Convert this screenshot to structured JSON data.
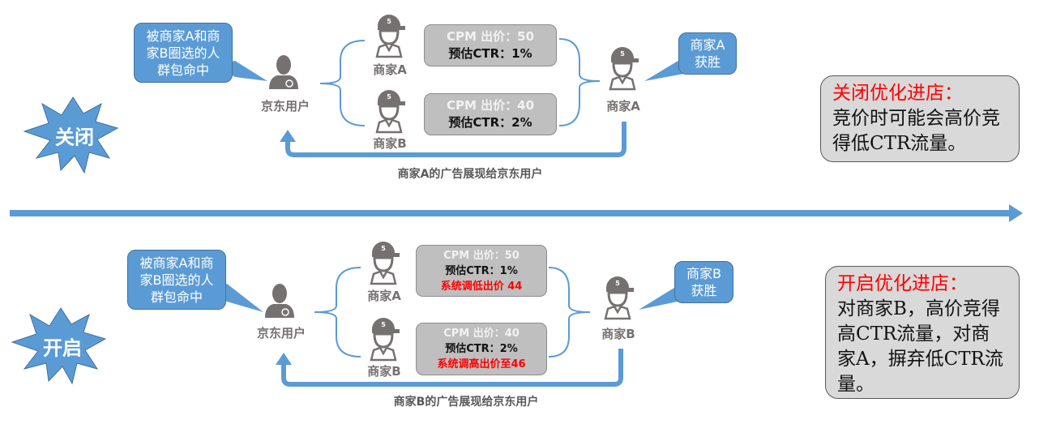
{
  "colors": {
    "blue": "#5b9bd5",
    "gray_icon": "#767171",
    "red": "#ff0000",
    "box_gray": "#bfbfbf"
  },
  "off": {
    "mode": "关闭",
    "callout": "被商家A和商家B圈选的人群包命中",
    "user": "京东用户",
    "merchant_a": "商家A",
    "merchant_b": "商家B",
    "bid_a": {
      "cpm": "CPM 出价：50",
      "ctr": "预估CTR：1%"
    },
    "bid_b": {
      "cpm": "CPM 出价：40",
      "ctr": "预估CTR：2%"
    },
    "winner": "商家A",
    "winner_callout": "商家A获胜",
    "flow": "商家A的广告展现给京东用户",
    "note_title": "关闭优化进店：",
    "note_body": "竞价时可能会高价竞得低CTR流量。"
  },
  "on": {
    "mode": "开启",
    "callout": "被商家A和商家B圈选的人群包命中",
    "user": "京东用户",
    "merchant_a": "商家A",
    "merchant_b": "商家B",
    "bid_a": {
      "cpm": "CPM 出价：50",
      "ctr": "预估CTR：1%",
      "adjust": "系统调低出价 44"
    },
    "bid_b": {
      "cpm": "CPM 出价：40",
      "ctr": "预估CTR：2%",
      "adjust": "系统调高出价至46"
    },
    "winner": "商家B",
    "winner_callout": "商家B获胜",
    "flow": "商家B的广告展现给京东用户",
    "note_title": "开启优化进店：",
    "note_body": "对商家B，高价竞得高CTR流量，对商家A，摒弃低CTR流量。"
  }
}
